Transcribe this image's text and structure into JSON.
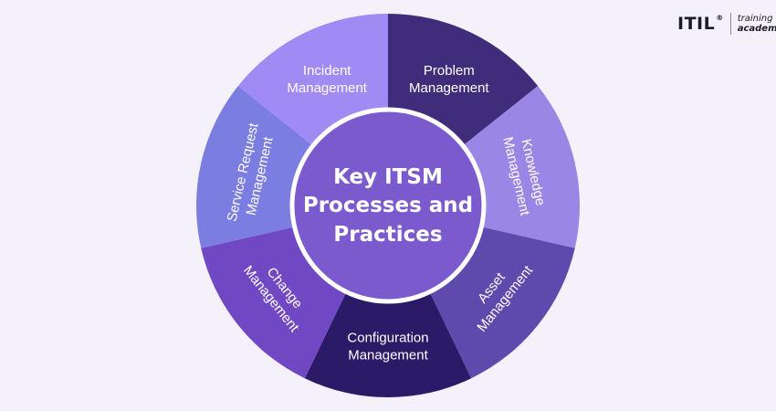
{
  "center": {
    "lines": [
      "Key ITSM",
      "Processes and",
      "Practices"
    ]
  },
  "segments": [
    {
      "lines": [
        "Problem",
        "Management"
      ],
      "color": "#3f2d7c"
    },
    {
      "lines": [
        "Knowledge",
        "Management"
      ],
      "color": "#9a86e4"
    },
    {
      "lines": [
        "Asset",
        "Management"
      ],
      "color": "#5e49ad"
    },
    {
      "lines": [
        "Configuration",
        "Management"
      ],
      "color": "#2b1a68"
    },
    {
      "lines": [
        "Change",
        "Management"
      ],
      "color": "#7148c4"
    },
    {
      "lines": [
        "Service Request",
        "Management"
      ],
      "color": "#7b7de0"
    },
    {
      "lines": [
        "Incident",
        "Management"
      ],
      "color": "#a08bf5"
    }
  ],
  "colors": {
    "background": "#f4f1fb",
    "center_fill": "#7a5acd",
    "center_ring": "#ffffff",
    "text": "#ffffff"
  },
  "logo": {
    "main": "ITIL",
    "reg": "®",
    "sub1": "training",
    "sub2": "academy"
  }
}
